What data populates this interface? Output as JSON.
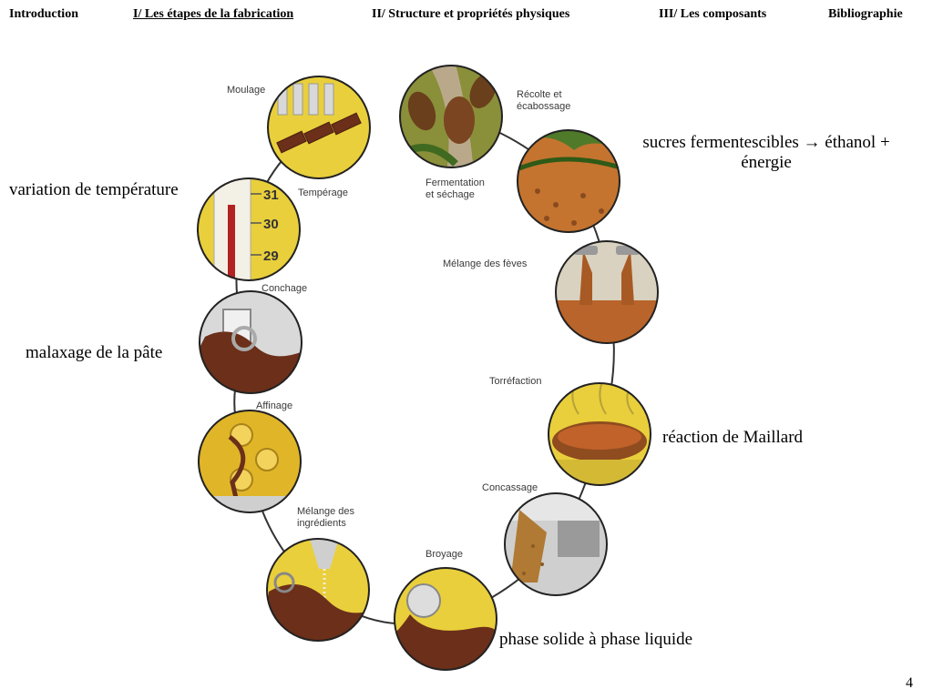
{
  "nav": {
    "items": [
      {
        "label": "Introduction",
        "active": false
      },
      {
        "label": "I/ Les étapes de la fabrication",
        "active": true
      },
      {
        "label": "II/ Structure et propriétés physiques",
        "active": false
      },
      {
        "label": "III/ Les composants",
        "active": false
      },
      {
        "label": "Bibliographie",
        "active": false
      }
    ]
  },
  "stages": [
    {
      "key": "recolte",
      "label": "Récolte et\nécabossage",
      "icon": "cocoa-pod-icon"
    },
    {
      "key": "fermentation",
      "label": "Fermentation\net séchage",
      "icon": "fermenting-beans-icon"
    },
    {
      "key": "melange-feves",
      "label": "Mélange des fèves",
      "icon": "bean-mixing-hopper-icon"
    },
    {
      "key": "torrefaction",
      "label": "Torréfaction",
      "icon": "roasting-pan-icon"
    },
    {
      "key": "concassage",
      "label": "Concassage",
      "icon": "crusher-icon"
    },
    {
      "key": "broyage",
      "label": "Broyage",
      "icon": "grinder-icon"
    },
    {
      "key": "melange-ingredients",
      "label": "Mélange des\ningrédients",
      "icon": "ingredient-mixer-icon"
    },
    {
      "key": "affinage",
      "label": "Affinage",
      "icon": "refining-rollers-icon"
    },
    {
      "key": "conchage",
      "label": "Conchage",
      "icon": "conche-icon"
    },
    {
      "key": "temperage",
      "label": "Tempérage",
      "icon": "thermometer-icon"
    },
    {
      "key": "moulage",
      "label": "Moulage",
      "icon": "chocolate-mould-icon"
    }
  ],
  "thermometer_scale": [
    "31",
    "30",
    "29"
  ],
  "annotations": {
    "fermentation": "sucres fermentescibles → éthanol +\nénergie",
    "temperage": "variation de température",
    "conchage": "malaxage de la pâte",
    "torrefaction": "réaction de Maillard",
    "broyage": "phase solide à phase liquide"
  },
  "page_number": "4",
  "colors": {
    "chocolate": "#6b2f1a",
    "cocoa_nibs": "#b8642a",
    "machine_yellow": "#e9cf3b",
    "machine_grey": "#cfcfcf",
    "leaf_green": "#4f7a2a",
    "cycle_line": "#333333"
  }
}
